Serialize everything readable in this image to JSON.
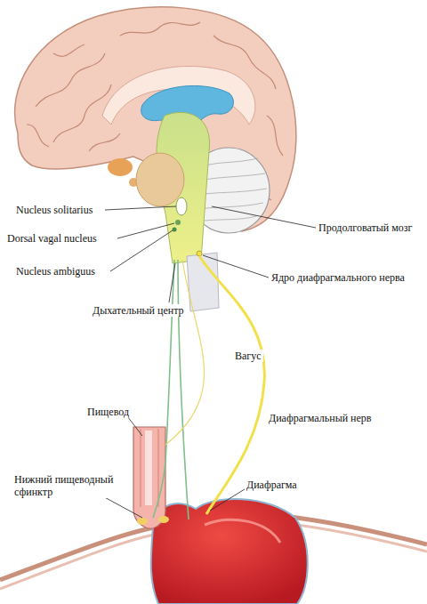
{
  "diagram": {
    "labels": [
      "Nucleus solitarius",
      "Продолговатый мозг",
      "Dorsal vagal nucleus",
      "Ядро диафрагмального нерва",
      "Nucleus ambiguus",
      "Дыхательный центр",
      "Вагус",
      "Пищевод",
      "Диафрагмальный нерв",
      "Нижний пищеводный сфинктр",
      "Диафрагма"
    ]
  }
}
